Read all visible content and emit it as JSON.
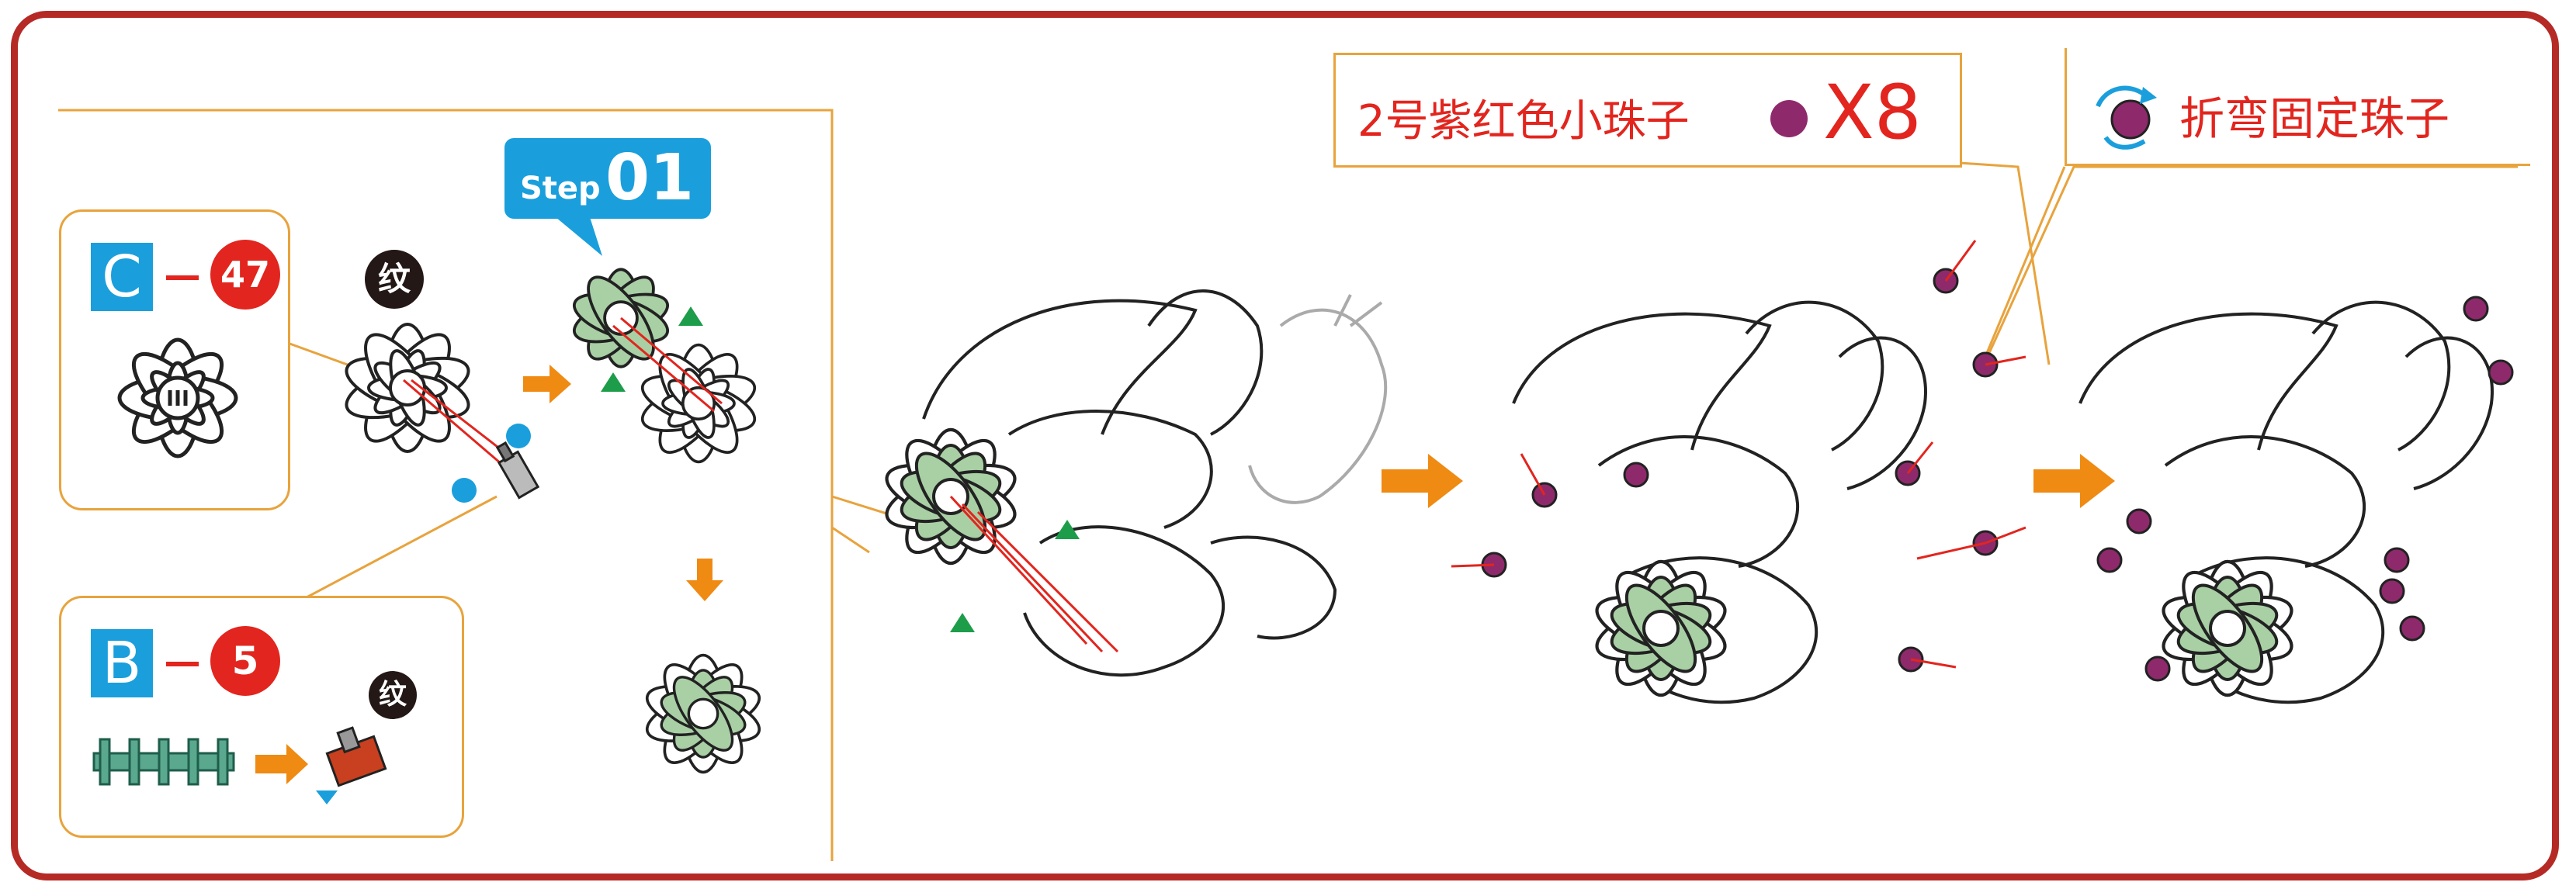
{
  "panel_c": {
    "letter": "C",
    "number": "47"
  },
  "panel_b": {
    "letter": "B",
    "number": "5"
  },
  "wen_label_1": "纹",
  "wen_label_2": "纹",
  "step": {
    "prefix": "Step",
    "number": "01"
  },
  "callout_beads": {
    "text": "2号紫红色小珠子",
    "multiplier": "X8"
  },
  "callout_bend": {
    "text": "折弯固定珠子"
  },
  "colors": {
    "frame": "#b52a25",
    "accent_orange": "#ef8a12",
    "blue": "#1a9fdc",
    "red": "#e2251e",
    "petal_green": "#a9cfa5",
    "bead_purple": "#8e2a6b",
    "marker_green": "#1d9d4a"
  },
  "icons": [
    "flower-icon",
    "butterfly-hairpin-icon",
    "bead-icon",
    "arrow-right-icon",
    "arrow-down-icon",
    "rivet-tool-icon",
    "comb-strip-icon"
  ]
}
